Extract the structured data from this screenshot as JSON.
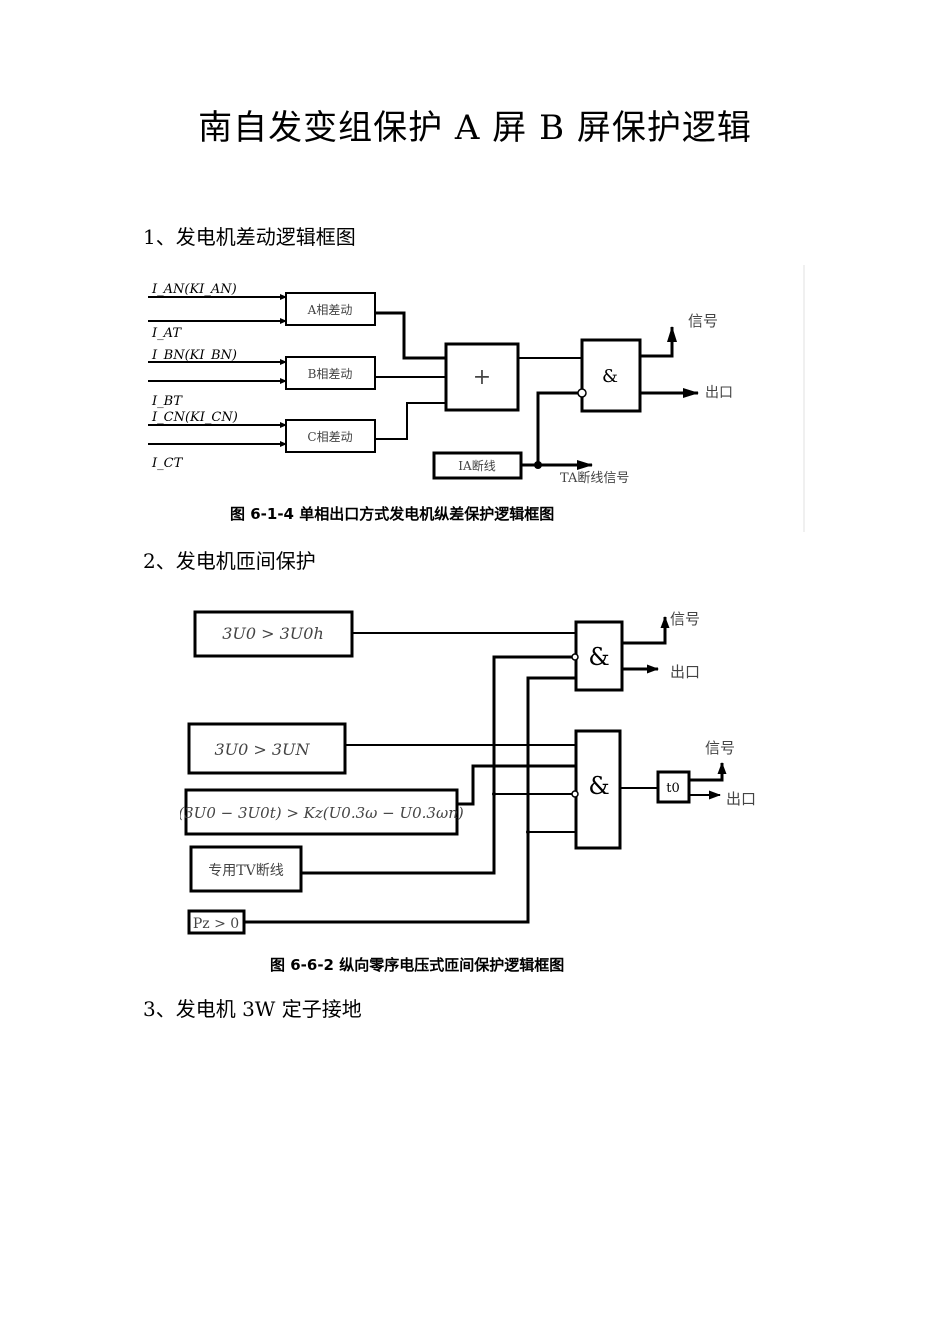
{
  "document": {
    "title": "南自发变组保护 A 屏 B 屏保护逻辑",
    "sections": [
      {
        "heading": "1、发电机差动逻辑框图"
      },
      {
        "heading": "2、发电机匝间保护"
      },
      {
        "heading": "3、发电机 3W 定子接地"
      }
    ]
  },
  "figure1": {
    "caption": "图 6-1-4  单相出口方式发电机纵差保护逻辑框图",
    "inputs": {
      "a_n": "I_AN(KI_AN)",
      "a_t": "I_AT",
      "b_n": "I_BN(KI_BN)",
      "b_t": "I_BT",
      "c_n": "I_CN(KI_CN)",
      "c_t": "I_CT"
    },
    "blocks": {
      "a_diff": "A相差动",
      "b_diff": "B相差动",
      "c_diff": "C相差动",
      "or_gate": "+",
      "and_gate": "&",
      "ta_break": "IA断线"
    },
    "outputs": {
      "signal": "信号",
      "exit": "出口",
      "ta_break_signal": "TA断线信号"
    }
  },
  "figure2": {
    "caption": "图 6-6-2  纵向零序电压式匝间保护逻辑框图",
    "blocks": {
      "cond1": "3U0 > 3U0h",
      "cond2": "3U0 > 3UN",
      "cond3": "(3U0 − 3U0t) > Kz(U0.3ω − U0.3ωn)",
      "tv_break": "专用TV断线",
      "power": "Pz > 0",
      "and1": "&",
      "and2": "&",
      "timer": "t0"
    },
    "outputs": {
      "signal1": "信号",
      "exit1": "出口",
      "signal2": "信号",
      "exit2": "出口"
    }
  }
}
